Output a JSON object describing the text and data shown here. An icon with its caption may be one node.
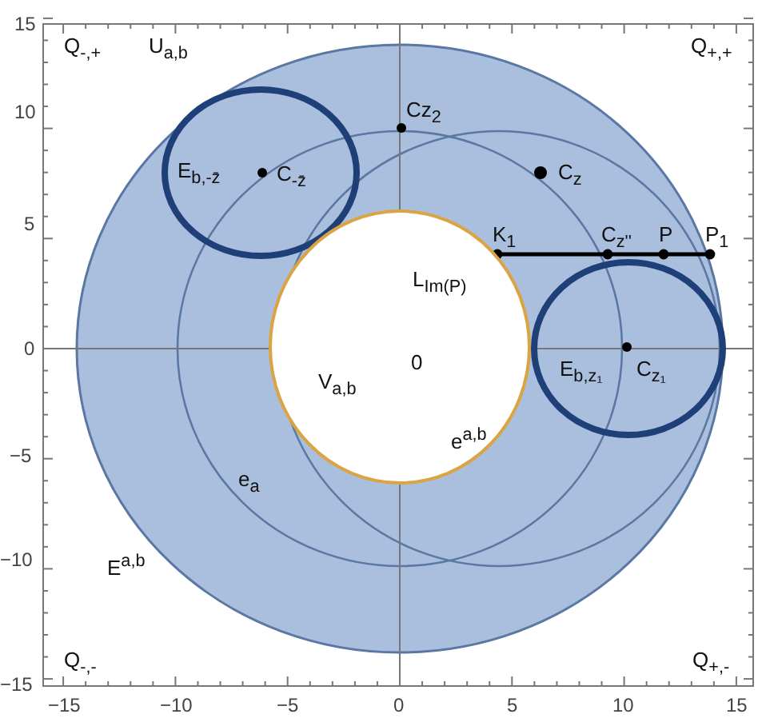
{
  "diagram": {
    "nodes": [
      {
        "text": [
          "E$_{b,-z̄}$",
          "C$_{-z̄}$"
        ]
      },
      {
        "text": [
          "E$_{b,z₁}$",
          "C$_{z₁}$"
        ]
      },
      {
        "text": [
          "V$_{a,b}$",
          "0"
        ]
      }
    ],
    "labels": [
      "15",
      "Q$_{-,+}$",
      "U$_{a,b}$",
      "Q$_{+,+}$",
      "10",
      "Cz$_{2}$",
      "C$_{z}$",
      "5",
      "K$_{1}$",
      "C$_{z''}$",
      "P",
      "P$_{1}$",
      "L$_{Im(P)}$",
      "0",
      "e$^{a,b}$",
      "−5",
      "e$_{a}$",
      "−10",
      "E$^{a,b}$",
      "Q$_{-,-}$",
      "Q$_{+,-}$",
      "−15",
      "−15",
      "−10",
      "−5",
      "0",
      "5",
      "10",
      "15"
    ]
  }
}
